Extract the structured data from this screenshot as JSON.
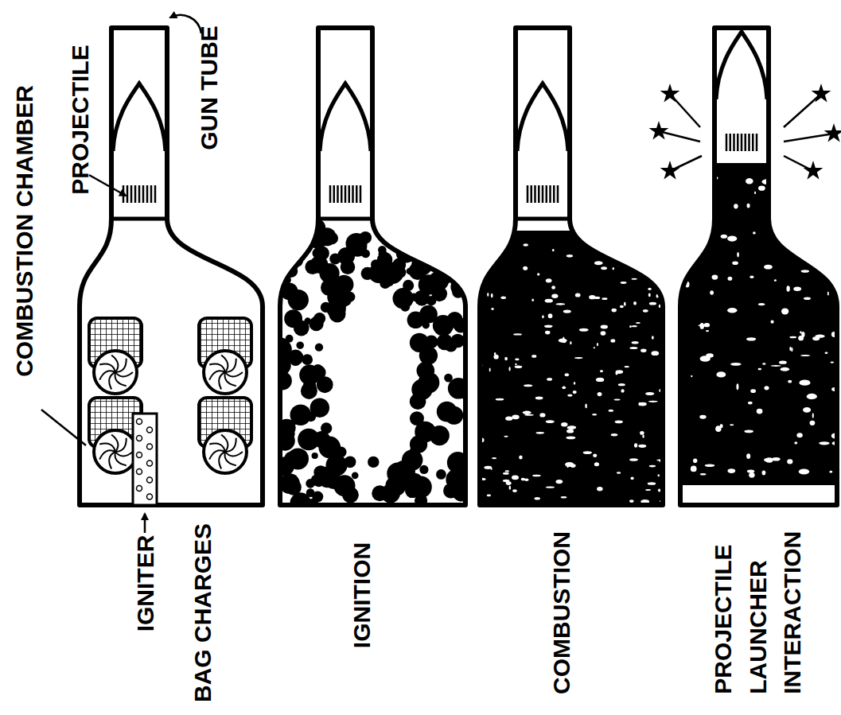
{
  "diagram": {
    "labels": [
      "COMBUSTION CHAMBER",
      "PROJECTILE",
      "GUN TUBE",
      "IGNITER",
      "BAG CHARGES",
      "IGNITION",
      "COMBUSTION",
      "PROJECTILE LAUNCHER INTERACTION"
    ]
  }
}
